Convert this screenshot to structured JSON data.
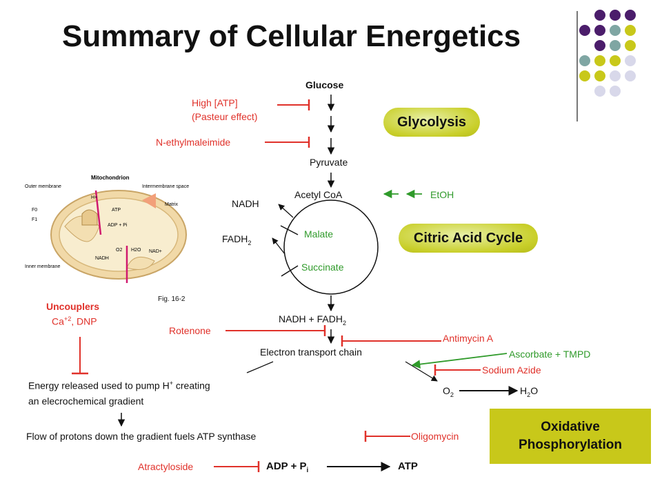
{
  "title": "Summary of Cellular Energetics",
  "glycolysis": {
    "label": "Glycolysis",
    "glucose": "Glucose",
    "pyruvate": "Pyruvate"
  },
  "inhibitors": {
    "high_atp": "High [ATP]",
    "pasteur": "(Pasteur effect)",
    "nem": "N-ethylmaleimide",
    "rotenone": "Rotenone",
    "antimycin": "Antimycin A",
    "sodium_azide": "Sodium Azide",
    "oligomycin": "Oligomycin",
    "atractyloside": "Atractyloside"
  },
  "tca": {
    "label": "Citric Acid Cycle",
    "acetyl_coa": "Acetyl CoA",
    "etoh": "EtOH",
    "nadh": "NADH",
    "fadh": "FADH",
    "fadh_sub": "2",
    "malate": "Malate",
    "succinate": "Succinate"
  },
  "figure_caption": "Fig. 16-2",
  "mito": {
    "heading": "Mitochondrion",
    "outer_membrane": "Outer membrane",
    "intermembrane_space": "Intermembrane space",
    "matrix": "Matrix",
    "inner_membrane": "Inner membrane",
    "f0": "F0",
    "f1": "F1",
    "atp": "ATP",
    "adp_pi": "ADP + Pi",
    "h_plus": "H+",
    "nadh": "NADH",
    "nad_plus": "NAD+",
    "o2": "O2",
    "h2o": "H2O"
  },
  "uncouplers": {
    "title": "Uncouplers",
    "agents_a": "Ca",
    "agents_sup": "+2",
    "agents_b": ", DNP"
  },
  "etc": {
    "nadh_fadh": "NADH + FADH",
    "nadh_fadh_sub": "2",
    "electron_transport": "Electron transport chain",
    "ascorbate": "Ascorbate + TMPD",
    "o2": "O",
    "o2_sub": "2",
    "h2o_h": "H",
    "h2o_sub": "2",
    "h2o_o": "O"
  },
  "energy": {
    "line1_a": "Energy released used to pump H",
    "line1_sup": "+",
    "line1_b": " creating",
    "line2": "an elecrochemical gradient",
    "flow": "Flow of protons down the gradient fuels ATP synthase"
  },
  "atp_synthesis": {
    "adp": "ADP + P",
    "adp_sub": "i",
    "atp": "ATP"
  },
  "oxidative": {
    "line1": "Oxidative",
    "line2": "Phosphorylation"
  },
  "colors": {
    "inhibitor_red": "#e0312a",
    "activator_green": "#2f9a2a",
    "pill_yellow": "#c9cf2a",
    "dot_purple": "#4b1d6b",
    "dot_teal": "#7fa6a3",
    "dot_olive": "#c8c81a",
    "dot_lavender": "#d8d8ea"
  },
  "decoration": {
    "dot_rows": [
      [
        "dot_purple",
        "dot_purple",
        "dot_purple"
      ],
      [
        "dot_purple",
        "dot_purple",
        "dot_teal",
        "dot_olive"
      ],
      [
        "dot_purple",
        "dot_teal",
        "dot_olive"
      ],
      [
        "dot_teal",
        "dot_olive",
        "dot_olive",
        "dot_lavender"
      ],
      [
        "dot_olive",
        "dot_olive",
        "dot_lavender",
        "dot_lavender"
      ],
      [
        "dot_lavender",
        "dot_lavender"
      ]
    ]
  }
}
